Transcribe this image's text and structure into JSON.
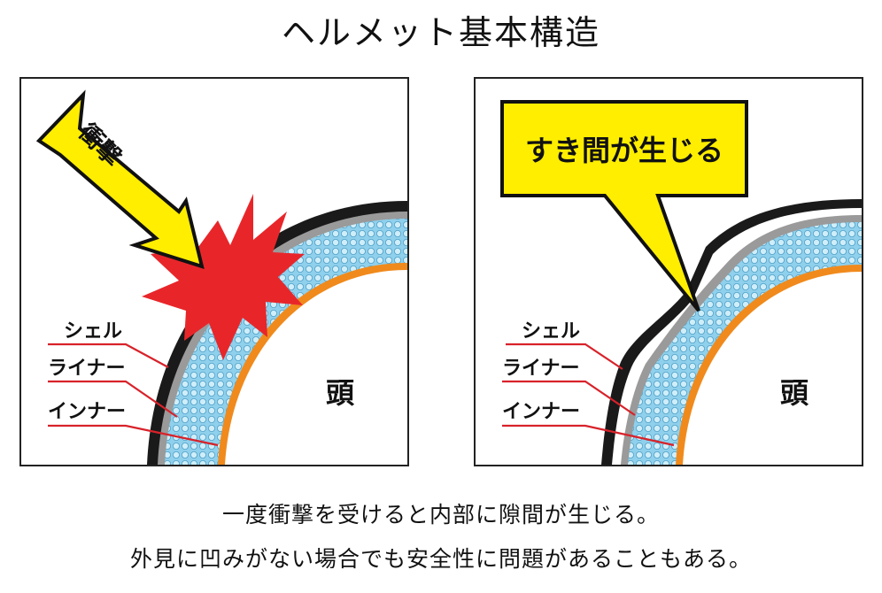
{
  "title": "ヘルメット基本構造",
  "left_panel": {
    "impact_label": "衝撃",
    "labels": {
      "shell": "シェル",
      "liner": "ライナー",
      "inner": "インナー"
    },
    "head": "頭"
  },
  "right_panel": {
    "callout": "すき間が生じる",
    "labels": {
      "shell": "シェル",
      "liner": "ライナー",
      "inner": "インナー"
    },
    "head": "頭"
  },
  "caption": {
    "line1": "一度衝撃を受けると内部に隙間が生じる。",
    "line2": "外見に凹みがない場合でも安全性に問題があることもある。"
  },
  "colors": {
    "shell": "#1a1a1a",
    "liner_gray": "#9a9a9a",
    "foam": "#8fd0ec",
    "inner": "#f08a1c",
    "leader": "#d8222a",
    "impact_red": "#e8262a",
    "arrow_yellow": "#ffee00"
  }
}
